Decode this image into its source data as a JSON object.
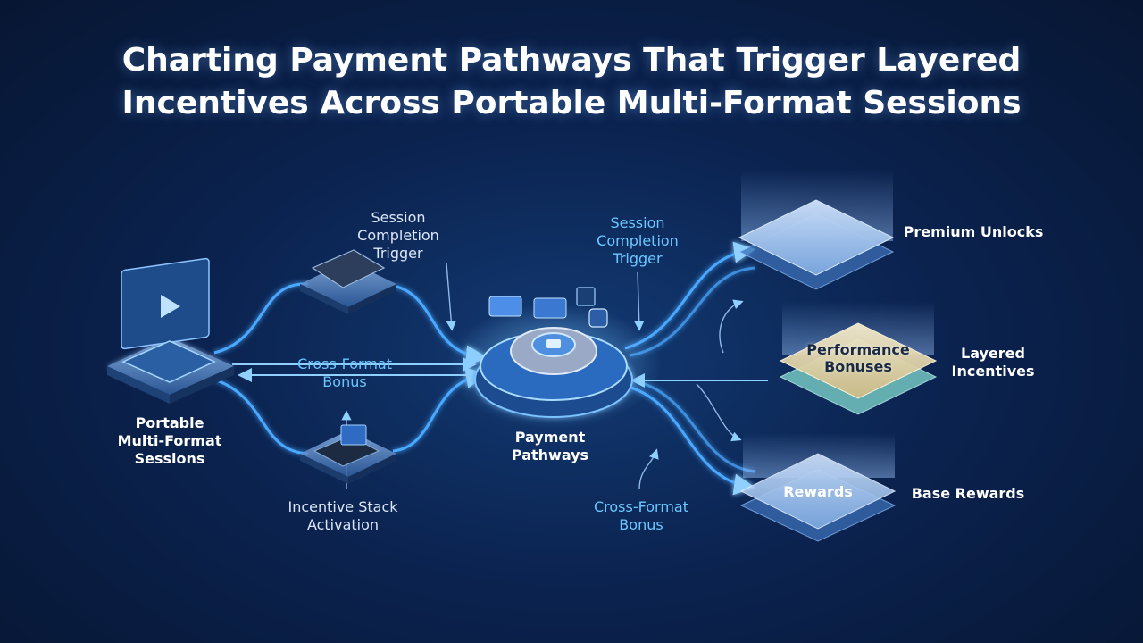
{
  "title": {
    "line1": "Charting Payment Pathways That Trigger Layered",
    "line2": "Incentives Across Portable Multi-Format Sessions"
  },
  "nodes": {
    "sessions": {
      "line1": "Portable",
      "line2": "Multi-Format",
      "line3": "Sessions"
    },
    "hub": {
      "line1": "Payment",
      "line2": "Pathways"
    }
  },
  "annotations": {
    "left_trigger": {
      "line1": "Session",
      "line2": "Completion",
      "line3": "Trigger"
    },
    "left_bonus": {
      "line1": "Cross-Format",
      "line2": "Bonus"
    },
    "incentive_stack": {
      "line1": "Incentive Stack",
      "line2": "Activation"
    },
    "right_trigger": {
      "line1": "Session",
      "line2": "Completion",
      "line3": "Trigger"
    },
    "right_bonus": {
      "line1": "Cross-Format",
      "line2": "Bonus"
    }
  },
  "tiers": {
    "top": {
      "side_label": "Premium Unlocks"
    },
    "middle": {
      "inner_line1": "Performance",
      "inner_line2": "Bonuses",
      "side_line1": "Layered",
      "side_line2": "Incentives"
    },
    "bottom": {
      "inner_label": "Rewards",
      "side_label": "Base Rewards"
    }
  },
  "colors": {
    "background": "#0b2350",
    "flow": "#4aa8ff",
    "glow": "#8fd0ff",
    "annotation": "#6cc6ff",
    "gold_tier": "#e9dcb4",
    "teal_tier": "#9fe6e0"
  },
  "icons": {
    "sessions": "laptop-tablet-video-icon",
    "phone": "phone-icon",
    "card": "card-reader-icon",
    "hub": "gear-icon",
    "payment_cards": "credit-card-icon",
    "qr": "qr-code-icon"
  }
}
